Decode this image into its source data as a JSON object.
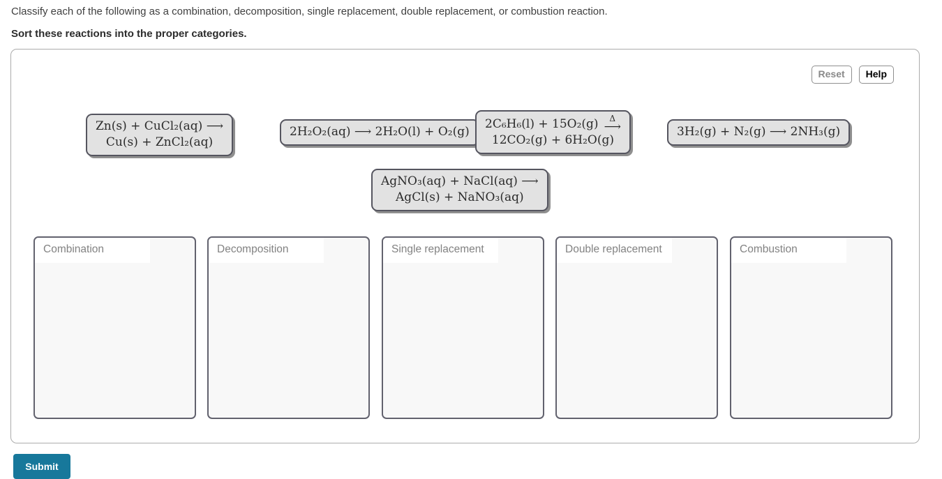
{
  "page": {
    "instruction": "Classify each of the following as a combination, decomposition, single replacement, double replacement, or combustion reaction.",
    "subtitle": "Sort these reactions into the proper categories."
  },
  "toolbar": {
    "reset_label": "Reset",
    "help_label": "Help"
  },
  "tiles": [
    {
      "line1": "Zn(s) + CuCl₂(aq)  ⟶",
      "line2": "Cu(s) + ZnCl₂(aq)"
    },
    {
      "text": "2H₂O₂(aq)  ⟶  2H₂O(l) + O₂(g)"
    },
    {
      "line1_pre": "2C₆H₆(l) + 15O₂(g)",
      "arrow_top": "Δ",
      "arrow": "⟶",
      "line2": "12CO₂(g) + 6H₂O(g)"
    },
    {
      "text": "3H₂(g) + N₂(g)  ⟶  2NH₃(g)"
    },
    {
      "line1": "AgNO₃(aq) + NaCl(aq)  ⟶",
      "line2": "AgCl(s) + NaNO₃(aq)"
    }
  ],
  "bins": [
    {
      "label": "Combination"
    },
    {
      "label": "Decomposition"
    },
    {
      "label": "Single replacement"
    },
    {
      "label": "Double replacement"
    },
    {
      "label": "Combustion"
    }
  ],
  "submit": {
    "label": "Submit"
  },
  "colors": {
    "accent_teal": "#17789b",
    "tile_background": "#e2e2e2",
    "tile_border": "#55555f",
    "bin_border": "#62626e",
    "panel_border": "#ababab",
    "label_gray": "#828282"
  }
}
